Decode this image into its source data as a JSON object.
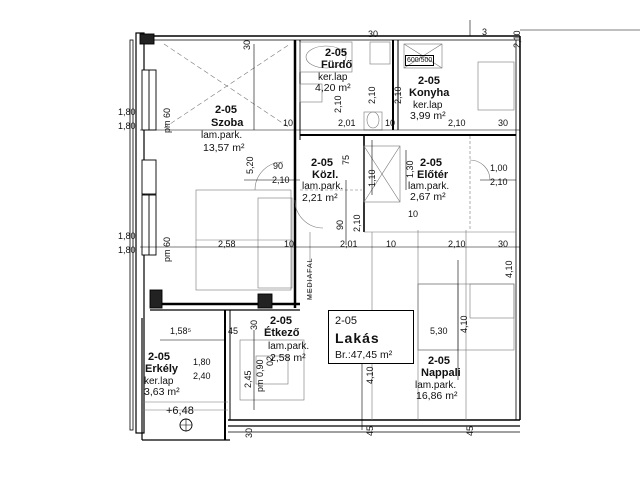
{
  "rooms": {
    "szoba": {
      "code": "2-05",
      "name": "Szoba",
      "material": "lam.park.",
      "area": "13,57 m²"
    },
    "furdo": {
      "code": "2-05",
      "name": "Fürdő",
      "material": "ker.lap",
      "area": "4,20 m²"
    },
    "konyha": {
      "code": "2-05",
      "name": "Konyha",
      "material": "ker.lap",
      "area": "3,99 m²"
    },
    "kozl": {
      "code": "2-05",
      "name": "Közl.",
      "material": "lam.park.",
      "area": "2,21 m²"
    },
    "eloter": {
      "code": "2-05",
      "name": "Előtér",
      "material": "lam.park.",
      "area": "2,67 m²"
    },
    "etkezo": {
      "code": "2-05",
      "name": "Étkező",
      "material": "lam.park.",
      "area": "2,58 m²"
    },
    "erkely": {
      "code": "2-05",
      "name": "Erkély",
      "material": "ker.lap",
      "area": "3,63 m²"
    },
    "nappali": {
      "code": "2-05",
      "name": "Nappali",
      "material": "lam.park.",
      "area": "16,86 m²"
    }
  },
  "apartment": {
    "code": "2-05",
    "name": "Lakás",
    "area": "Br.:47,45 m²"
  },
  "level_mark": "+6,48",
  "appliance_label": "600/500",
  "wall_label": "MEDIAFAL",
  "dims": {
    "d180a": "1,80",
    "d180b": "1,80",
    "d180c": "1,80",
    "d180d": "1,80",
    "pm60a": "pm 60",
    "pm60b": "pm 60",
    "d30top": "30",
    "d30top2": "30",
    "d3": "3",
    "d210a": "2,10",
    "d210b": "2,10",
    "d210c": "2,10",
    "d210d": "2,10",
    "d210e": "2,10",
    "d210f": "2,10",
    "d210g": "2,10",
    "d210h": "2,10",
    "d210i": "2,10",
    "d201a": "2,01",
    "d201b": "2,01",
    "d10a": "10",
    "d10b": "10",
    "d10c": "10",
    "d10d": "10",
    "d10e": "10",
    "d30a": "30",
    "d30b": "30",
    "d30c": "30",
    "d30d": "30",
    "d520": "5,20",
    "d90a": "90",
    "d90b": "90",
    "d75": "75",
    "d110": "1,10",
    "d130": "1,30",
    "d100": "1,00",
    "d258": "2,58",
    "d158": "1,58⁵",
    "d45a": "45",
    "d45b": "45",
    "d45c": "45",
    "d530": "5,30",
    "d410a": "4,10",
    "d410b": "4,10",
    "d410c": "4,10",
    "d180e": "1,80",
    "d240": "2,40",
    "d245": "2,45",
    "pm090": "pm 0,90",
    "d02": "02"
  }
}
